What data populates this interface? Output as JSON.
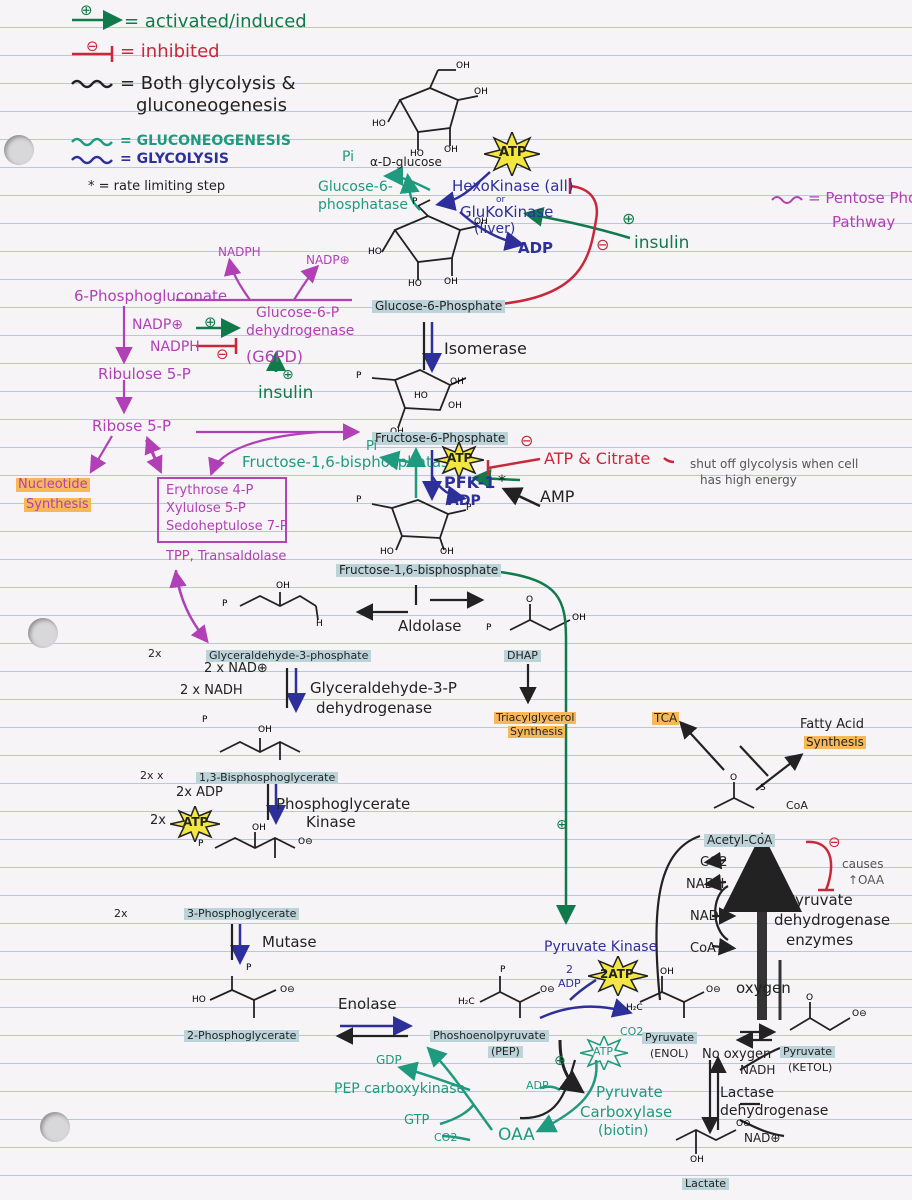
{
  "colors": {
    "glycolysis": "#2d2f9b",
    "gluconeogenesis": "#1f9a7e",
    "both": "#222222",
    "activated": "#117a4a",
    "inhibited": "#c8283a",
    "pentose": "#b13fb6",
    "highlight": "#bcd3d9",
    "orange": "#f7b85c",
    "atp": "#f4e640"
  },
  "legend": {
    "activated": "= activated/induced",
    "inhibited": "= inhibited",
    "both": "= Both glycolysis &",
    "both2": "gluconeogenesis",
    "gluconeogenesis": "= GLUCONEOGENESIS",
    "glycolysis": "= GLYCOLYSIS",
    "rate_limiting": "* = rate limiting step",
    "pentose": "= Pentose Phos",
    "pentose2": "Pathway"
  },
  "glucose": {
    "alpha_d_glucose": "α-D-glucose",
    "pi": "Pi",
    "glucose6p_phosphatase": "Glucose-6-",
    "glucose6p_phosphatase2": "phosphatase",
    "hexokinase": "HexoKinase (all)",
    "or": "or",
    "glucokinase": "GluKoKinase",
    "liver": "(liver)",
    "adp": "ADP",
    "insulin": "insulin",
    "glucose6p": "Glucose-6-Phosphate",
    "isomerase": "Isomerase"
  },
  "ppp": {
    "nadph_top": "NADPH",
    "nadp_top": "NADP⊕",
    "phosphogluconate": "6-Phosphogluconate",
    "glucose6p_dh": "Glucose-6-P",
    "glucose6p_dh2": "dehydrogenase",
    "g6pd": "(G6PD)",
    "nadp": "NADP⊕",
    "nadph": "NADPH",
    "insulin": "insulin",
    "ribulose": "Ribulose 5-P",
    "ribose": "Ribose 5-P",
    "nucleotide": "Nucleotide",
    "nucleotide2": "Synthesis",
    "erythrose": "Erythrose 4-P",
    "xylulose": "Xylulose 5-P",
    "sedoheptulose": "Sedoheptulose 7-P",
    "tpp": "TPP, Transaldolase"
  },
  "pfk": {
    "fructose6p": "Fructose-6-Phosphate",
    "f16bp_enzyme": "Fructose-1,6-bisphosphatase",
    "pi": "Pi",
    "pfk1": "PFK-1",
    "adp": "ADP",
    "atp_citrate": "ATP & Citrate",
    "note1": "shut off glycolysis when cell",
    "note2": "has high energy",
    "amp": "AMP",
    "f16bp": "Fructose-1,6-bisphosphate",
    "aldolase": "Aldolase"
  },
  "lower": {
    "two_x_g3p": "2x",
    "g3p": "Glyceraldehyde-3-phosphate",
    "dhap": "DHAP",
    "tag": "Triacylglycerol",
    "tag2": "Synthesis",
    "nad": "2 x NAD⊕",
    "nadh": "2 x NADH",
    "g3pdh": "Glyceraldehyde-3-P",
    "g3pdh2": "dehydrogenase",
    "two_x_bpg": "2x  x",
    "bpg": "1,3-Bisphosphoglycerate",
    "adp": "2x ADP",
    "atp_prefix": "2x",
    "pgk": "Phosphoglycerate",
    "pgk2": "Kinase",
    "two_x_3pg": "2x",
    "pg3": "3-Phosphoglycerate",
    "mutase": "Mutase",
    "pg2": "2-Phosphoglycerate",
    "enolase": "Enolase",
    "pep": "Phoshoenolpyruvate",
    "pep2": "(PEP)"
  },
  "pyruvate": {
    "pyruvate_kinase": "Pyruvate Kinase",
    "two_adp": "2",
    "two_adp2": "ADP",
    "pyruvate_enol": "Pyruvate",
    "enol": "(ENOL)",
    "pyruvate_ketol": "Pyruvate",
    "ketol": "(KETOL)",
    "oxygen": "oxygen",
    "no_oxygen": "No oxygen",
    "nadh": "NADH",
    "ldh": "Lactase",
    "ldh2": "dehydrogenase",
    "nad": "NAD⊕",
    "lactate": "Lactate",
    "co2": "CO2",
    "pyruvate_carboxylase": "Pyruvate",
    "pyruvate_carboxylase2": "Carboxylase",
    "biotin": "(biotin)",
    "adp": "ADP",
    "oaa": "OAA",
    "pepck": "PEP carboxykinase",
    "gdp": "GDP",
    "gtp": "GTP",
    "co2_2": "CO2"
  },
  "tca": {
    "tca": "TCA",
    "fatty": "Fatty Acid",
    "fatty2": "Synthesis",
    "coa": "CoA",
    "acetyl": "Acetyl-CoA",
    "co2": "CO2",
    "nadh": "NADH",
    "nad": "NAD⁺",
    "coa2": "CoA",
    "pdh": "Pyruvate",
    "pdh2": "dehydrogenase",
    "pdh3": "enzymes",
    "causes": "causes",
    "oaa": "↑OAA"
  },
  "marks": {
    "atp": "ATP",
    "two_atp": "2ATP",
    "plus": "⊕",
    "minus": "⊖",
    "p": "P",
    "star": "*",
    "oh": "OH",
    "ho": "HO",
    "o": "O",
    "h2c": "H₂C",
    "s": "S",
    "coa": "CoA",
    "ominus": "O⊖",
    "h": "H"
  }
}
